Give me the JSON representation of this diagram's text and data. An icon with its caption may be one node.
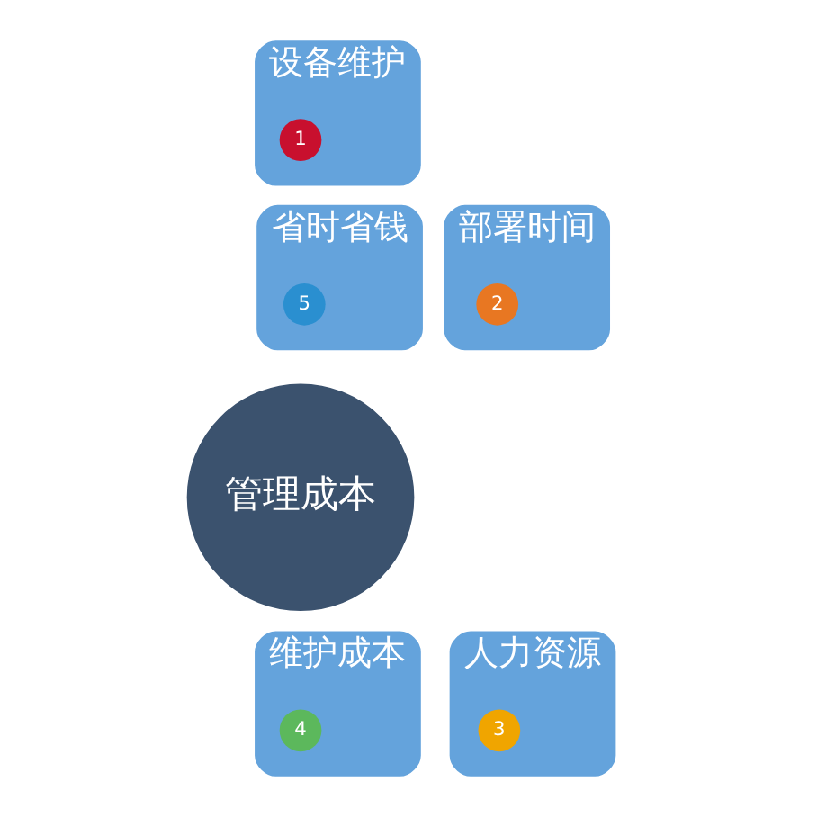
{
  "diagram": {
    "nodes": [
      {
        "text": [
          "管理成本"
        ]
      },
      {
        "text": [
          "设备维护"
        ]
      },
      {
        "text": [
          "1"
        ],
        "in": 1
      },
      {
        "text": [
          "部署时间"
        ]
      },
      {
        "text": [
          "2"
        ],
        "in": 3
      },
      {
        "text": [
          "人力资源"
        ]
      },
      {
        "text": [
          "3"
        ],
        "in": 5
      },
      {
        "text": [
          "维护成本"
        ]
      },
      {
        "text": [
          "4"
        ],
        "in": 7
      },
      {
        "text": [
          "省时省钱"
        ]
      },
      {
        "text": [
          "5"
        ],
        "in": 9
      }
    ],
    "edges": []
  }
}
